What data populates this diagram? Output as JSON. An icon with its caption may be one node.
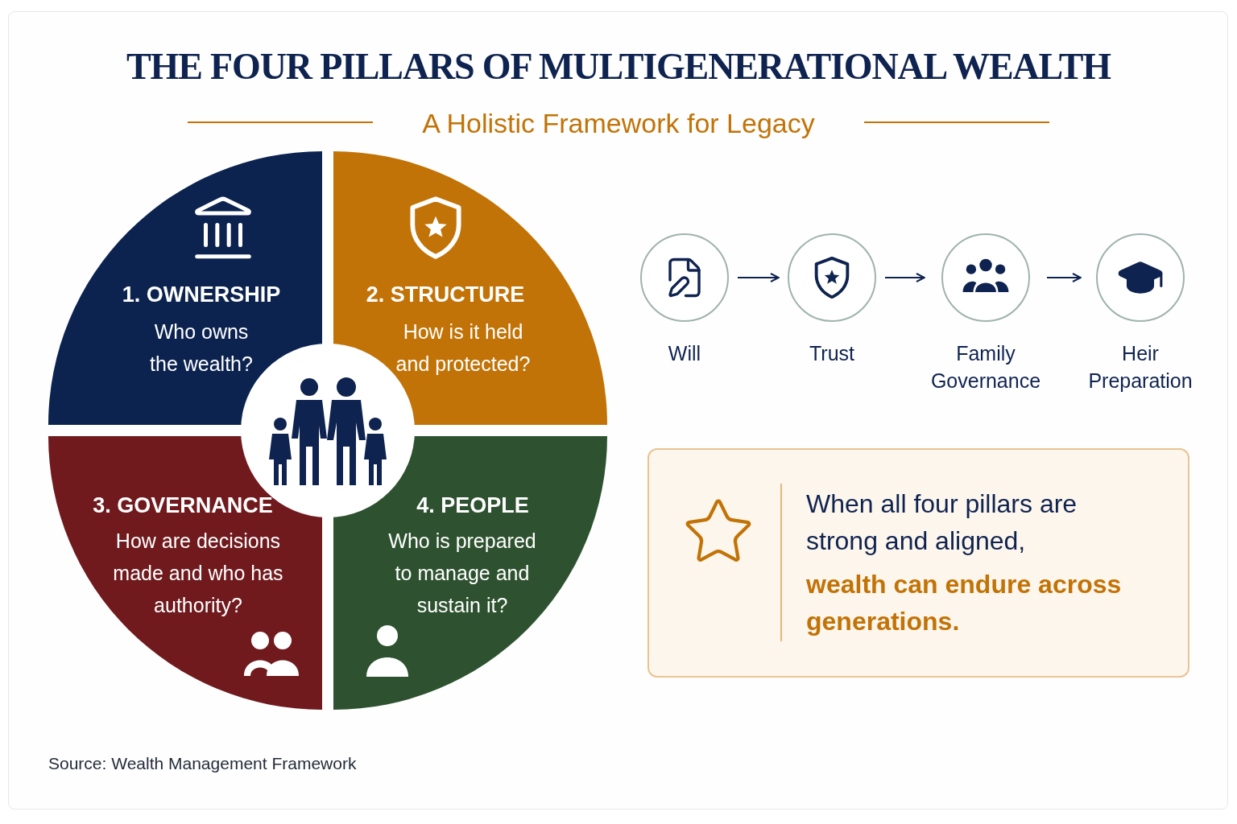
{
  "diagram": {
    "title": "THE FOUR PILLARS OF MULTIGENERATIONAL WEALTH",
    "nodes": [
      {
        "text": [
          "1. OWNERSHIP",
          "Who owns the wealth?"
        ]
      },
      {
        "text": [
          "2. STRUCTURE",
          "How is it held and protected?"
        ]
      },
      {
        "text": [
          "3. GOVERNANCE",
          "How are decisions made and who has authority?"
        ]
      },
      {
        "text": [
          "4. PEOPLE",
          "Who is prepared to manage and sustain it?"
        ]
      },
      {
        "text": [
          "Will"
        ]
      },
      {
        "text": [
          "Trust"
        ]
      },
      {
        "text": [
          "Family Governance"
        ]
      },
      {
        "text": [
          "Heir Preparation"
        ]
      },
      {
        "text": [
          "When all four pillars are strong and aligned,",
          "wealth can endure across generations."
        ]
      }
    ],
    "edges": [
      {
        "from": 4,
        "to": 5,
        "arrow": "to"
      },
      {
        "from": 5,
        "to": 6,
        "arrow": "to"
      },
      {
        "from": 6,
        "to": 7,
        "arrow": "to"
      }
    ],
    "labels": [
      "A Holistic Framework for Legacy",
      "Source: Wealth Management Framework"
    ]
  }
}
